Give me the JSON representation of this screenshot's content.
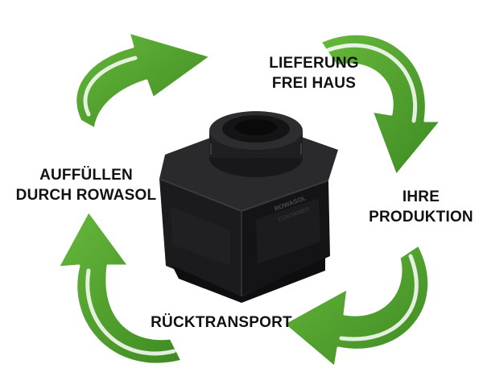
{
  "labels": {
    "delivery": {
      "line1": "LIEFERUNG",
      "line2": "FREI HAUS"
    },
    "production": {
      "line1": "IHRE",
      "line2": "PRODUKTION"
    },
    "return": {
      "line1": "RÜCKTRANSPORT"
    },
    "refill": {
      "line1": "AUFFÜLLEN",
      "line2": "DURCH ROWASOL"
    }
  },
  "product": {
    "side_text_1": "ROWASOL",
    "side_text_2": "CONTAINER"
  },
  "colors": {
    "arrow_fill": "#4a9b2c",
    "arrow_light": "#ffffff",
    "label_text": "#111111",
    "product_body": "#1d1d1f"
  },
  "cycle": [
    "delivery",
    "production",
    "return",
    "refill"
  ]
}
